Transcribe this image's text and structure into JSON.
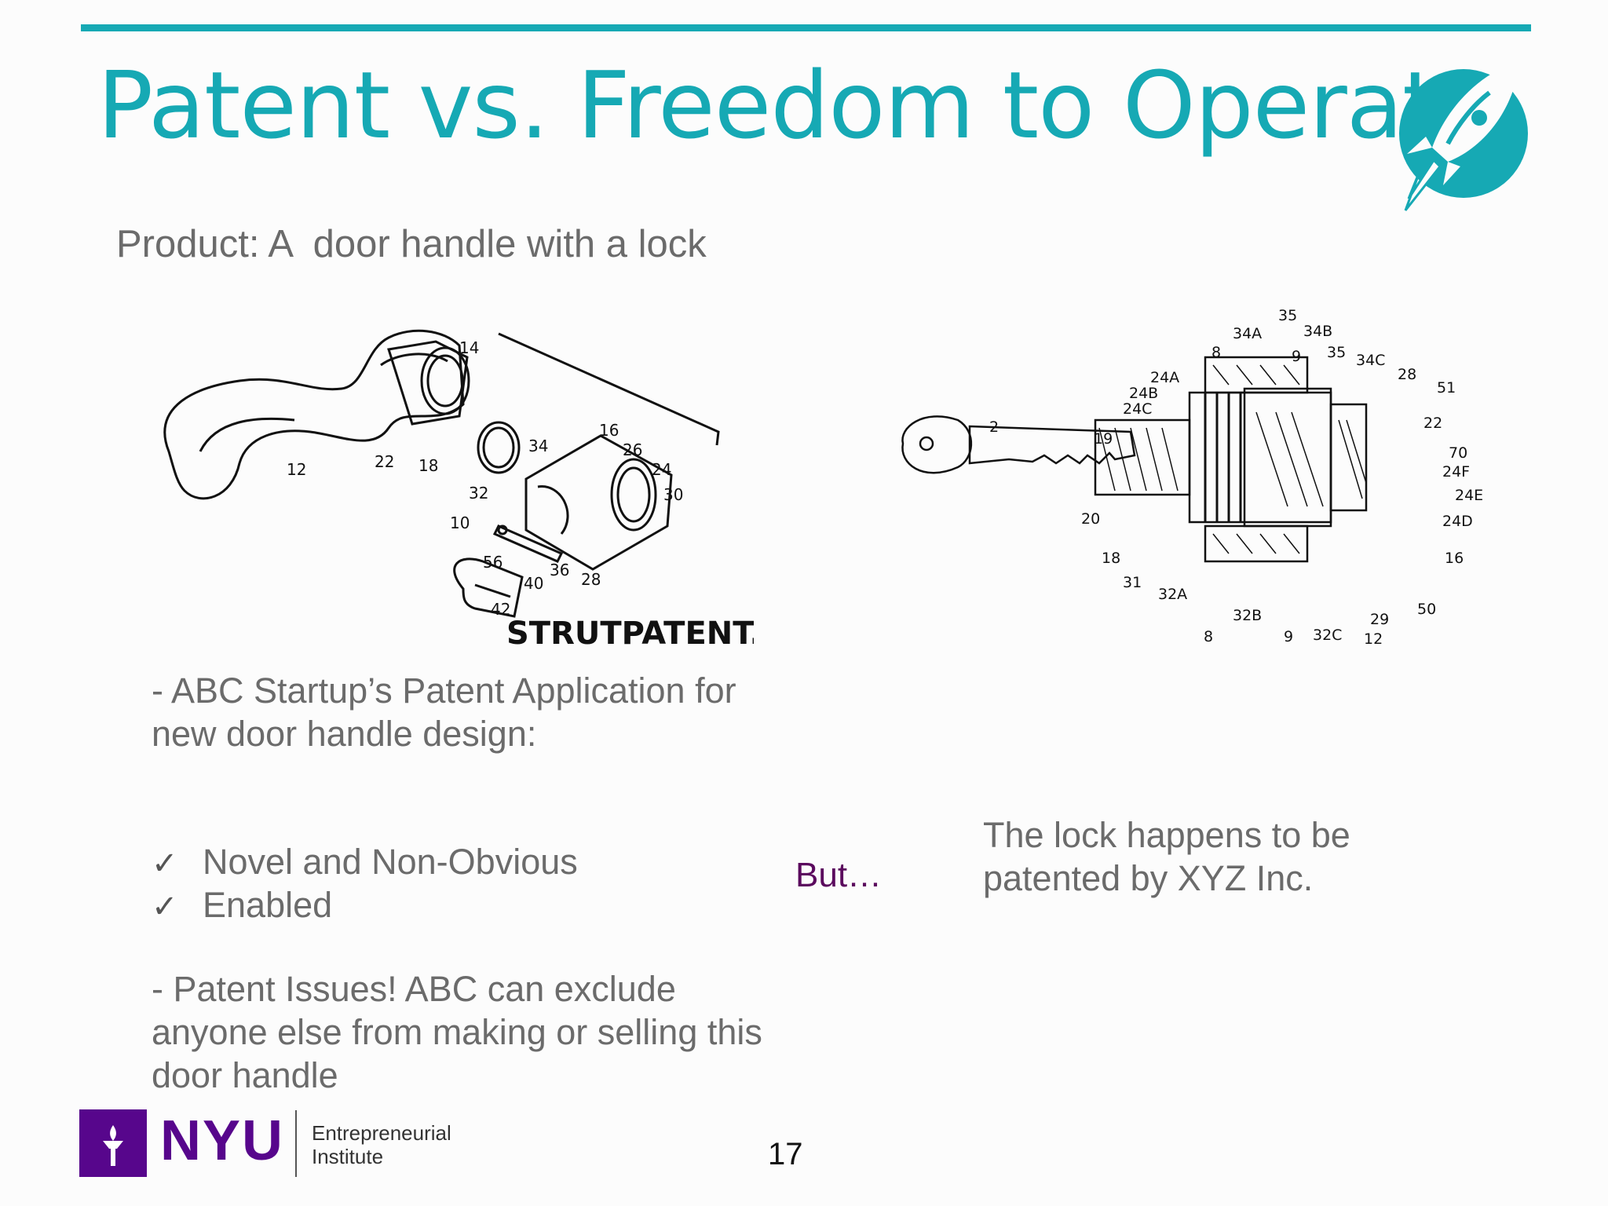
{
  "slide": {
    "title": "Patent vs. Freedom to Operate",
    "product": "Product: A  door handle with a lock",
    "watermark": "STRUTPATENT.COM",
    "left_text": {
      "paragraph_1": "- ABC Startup’s Patent Application for new door handle design:",
      "checks": [
        {
          "mark": "✓",
          "label": "Novel and Non-Obvious"
        },
        {
          "mark": "✓",
          "label": "Enabled"
        }
      ],
      "paragraph_2": "- Patent Issues! ABC can exclude anyone else from making or selling this door handle"
    },
    "but_label": "But…",
    "right_text": "The lock happens to be patented by XYZ Inc.",
    "page_number": "17"
  },
  "handle_figure_labels": [
    "14",
    "12",
    "22",
    "18",
    "16",
    "34",
    "26",
    "24",
    "30",
    "32",
    "10",
    "56",
    "36",
    "28",
    "40",
    "42"
  ],
  "lock_figure_labels": [
    "35",
    "34A",
    "34B",
    "8",
    "9",
    "35",
    "34C",
    "28",
    "51",
    "24A",
    "24B",
    "24C",
    "22",
    "2",
    "19",
    "70",
    "24F",
    "24E",
    "24D",
    "20",
    "18",
    "16",
    "31",
    "32A",
    "50",
    "32B",
    "29",
    "8",
    "9",
    "32C",
    "12"
  ],
  "footer": {
    "brand": "NYU",
    "institute_line1": "Entrepreneurial",
    "institute_line2": "Institute"
  },
  "colors": {
    "accent": "#16a9b4",
    "text_gray": "#6b6b6b",
    "nyu_purple": "#57068c",
    "but_purple": "#5b0a5e"
  },
  "icons": [
    "rocket-logo-icon",
    "nyu-torch-icon"
  ]
}
